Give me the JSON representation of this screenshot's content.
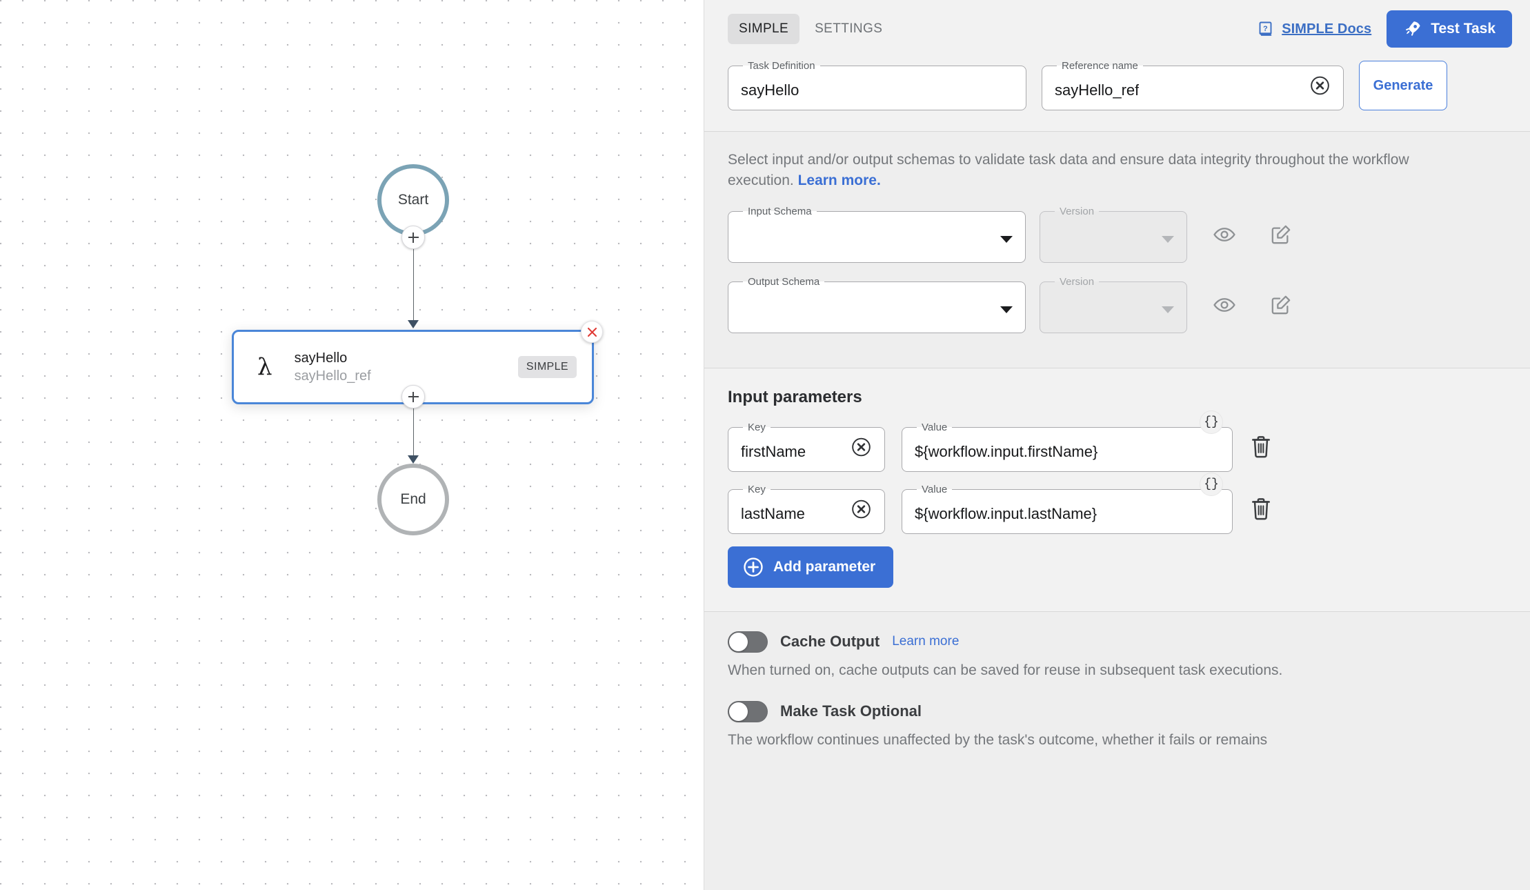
{
  "canvas": {
    "start_node": {
      "label": "Start"
    },
    "end_node": {
      "label": "End"
    },
    "task_node": {
      "icon": "lambda-icon",
      "title": "sayHello",
      "reference": "sayHello_ref",
      "badge": "SIMPLE",
      "close_label": "✕"
    },
    "add_node_label": "+"
  },
  "panel": {
    "tabs": [
      {
        "id": "simple",
        "label": "SIMPLE",
        "active": true
      },
      {
        "id": "settings",
        "label": "SETTINGS",
        "active": false
      }
    ],
    "docs_link": {
      "label": "SIMPLE Docs",
      "icon": "book-question-icon"
    },
    "test_button": {
      "label": "Test Task",
      "icon": "rocket-icon"
    },
    "definition": {
      "task_definition": {
        "legend": "Task Definition",
        "value": "sayHello"
      },
      "reference_name": {
        "legend": "Reference name",
        "value": "sayHello_ref",
        "clear_icon": "clear-circle-icon"
      },
      "generate_button": {
        "label": "Generate"
      }
    },
    "schema": {
      "helper_text": "Select input and/or output schemas to validate task data and ensure data integrity throughout the workflow execution.",
      "helper_link": "Learn more.",
      "rows": [
        {
          "id": "input-schema",
          "schema_legend": "Input Schema",
          "schema_value": "",
          "version_legend": "Version",
          "version_value": "",
          "view_icon": "eye-icon",
          "edit_icon": "edit-square-icon"
        },
        {
          "id": "output-schema",
          "schema_legend": "Output Schema",
          "schema_value": "",
          "version_legend": "Version",
          "version_value": "",
          "view_icon": "eye-icon",
          "edit_icon": "edit-square-icon"
        }
      ]
    },
    "input_parameters": {
      "title": "Input parameters",
      "key_legend": "Key",
      "value_legend": "Value",
      "brace_badge": "{}",
      "clear_icon": "clear-circle-icon",
      "delete_icon": "trash-icon",
      "rows": [
        {
          "key": "firstName",
          "value": "${workflow.input.firstName}"
        },
        {
          "key": "lastName",
          "value": "${workflow.input.lastName}"
        }
      ],
      "add_button": {
        "label": "Add parameter",
        "icon": "plus-circle-icon"
      }
    },
    "toggles": [
      {
        "id": "cache-output",
        "label": "Cache Output",
        "link": "Learn more",
        "description": "When turned on, cache outputs can be saved for reuse in subsequent task executions.",
        "on": false
      },
      {
        "id": "make-task-optional",
        "label": "Make Task Optional",
        "link": "",
        "description": "The workflow continues unaffected by the task's outcome, whether it fails or remains",
        "on": false
      }
    ]
  },
  "colors": {
    "accent": "#3b6fd4",
    "panel_bg": "#f2f2f2",
    "section_bg": "#eeeeee",
    "node_selected": "#4a86d8",
    "start_ring": "#7ba3b5",
    "end_ring": "#b0b3b5",
    "danger": "#e03b36"
  }
}
